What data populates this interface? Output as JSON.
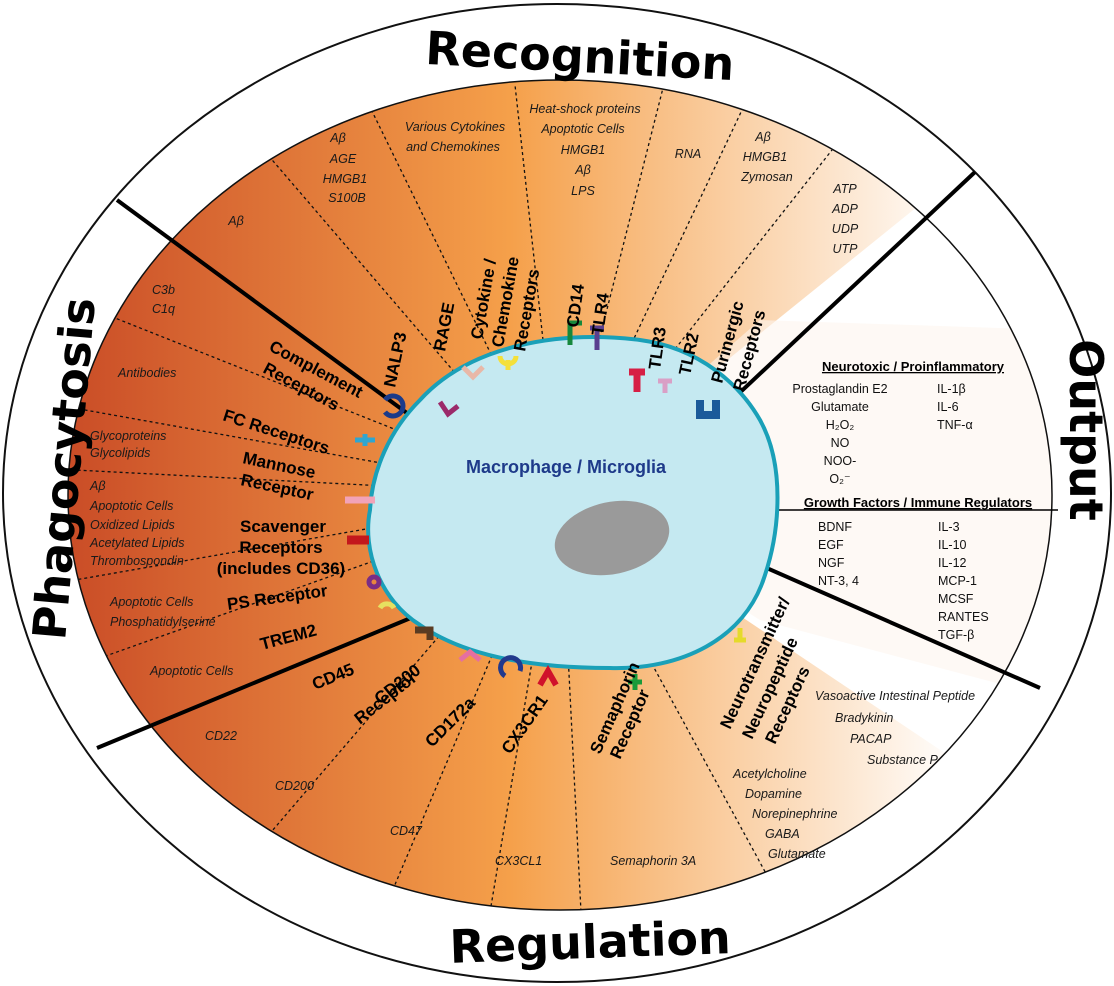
{
  "sections": {
    "recognition": "Recognition",
    "phagocytosis": "Phagocytosis",
    "regulation": "Regulation",
    "output": "Output"
  },
  "cell": {
    "label": "Macrophage / Microglia",
    "cell_color": "#c5e9f1",
    "nucleus_color": "#9a9a9a"
  },
  "colors": {
    "gradient_dark": "#c94b26",
    "gradient_mid": "#f5a04a",
    "gradient_light": "#ffffff"
  },
  "recognition": {
    "receptors": [
      "NALP3",
      "RAGE",
      "Cytokine /",
      "Chemokine",
      "Receptors",
      "CD14",
      "TLR4",
      "TLR3",
      "TLR2",
      "Purinergic",
      "Receptors"
    ],
    "ligands": {
      "nalp3": [
        "Aβ"
      ],
      "rage": [
        "Aβ",
        "AGE",
        "HMGB1",
        "S100B"
      ],
      "cytokine": [
        "Various Cytokines",
        "and Chemokines"
      ],
      "tlr4": [
        "Heat-shock proteins",
        "Apoptotic Cells",
        "HMGB1",
        "Aβ",
        "LPS"
      ],
      "tlr3": [
        "RNA"
      ],
      "tlr2": [
        "Aβ",
        "HMGB1",
        "Zymosan"
      ],
      "purinergic": [
        "ATP",
        "ADP",
        "UDP",
        "UTP"
      ]
    }
  },
  "phagocytosis": {
    "receptors": [
      "Complement",
      "Receptors",
      "FC Receptors",
      "Mannose",
      "Receptor",
      "Scavenger",
      "Receptors",
      "(includes CD36)",
      "PS Receptor",
      "TREM2"
    ],
    "ligands": {
      "complement": [
        "C3b",
        "C1q"
      ],
      "fc": [
        "Antibodies"
      ],
      "mannose": [
        "Glycoproteins",
        "Glycolipids"
      ],
      "scavenger": [
        "Aβ",
        "Apoptotic Cells",
        "Oxidized Lipids",
        "Acetylated Lipids",
        "Thrombospondin"
      ],
      "ps": [
        "Apoptotic Cells",
        "Phosphatidylserine"
      ],
      "trem2": [
        "Apoptotic Cells"
      ]
    }
  },
  "regulation": {
    "receptors": [
      "CD45",
      "CD200",
      "Receptor",
      "CD172a",
      "CX3CR1",
      "Semaphorin",
      "Receptor",
      "Neurotransmitter/",
      "Neuropeptide",
      "Receptors"
    ],
    "ligands": {
      "cd45": [
        "CD22"
      ],
      "cd200": [
        "CD200"
      ],
      "cd172a": [
        "CD47"
      ],
      "cx3cr1": [
        "CX3CL1"
      ],
      "semaphorin": [
        "Semaphorin 3A"
      ],
      "neuropeptides": [
        "Vasoactive Intestinal Peptide",
        "Bradykinin",
        "PACAP",
        "Substance P"
      ],
      "neurotransmitters": [
        "Acetylcholine",
        "Dopamine",
        "Norepinephrine",
        "GABA",
        "Glutamate"
      ]
    }
  },
  "output": {
    "neurotoxic_header": "Neurotoxic / Proinflammatory",
    "neurotoxic_left": [
      "Prostaglandin E2",
      "Glutamate",
      "H₂O₂",
      "NO",
      "NOO-",
      "O₂⁻"
    ],
    "neurotoxic_right": [
      "IL-1β",
      "IL-6",
      "TNF-α"
    ],
    "growth_header": "Growth Factors / Immune Regulators",
    "growth_left": [
      "BDNF",
      "EGF",
      "NGF",
      "NT-3, 4"
    ],
    "growth_right": [
      "IL-3",
      "IL-10",
      "IL-12",
      "MCP-1",
      "MCSF",
      "RANTES",
      "TGF-β"
    ]
  }
}
